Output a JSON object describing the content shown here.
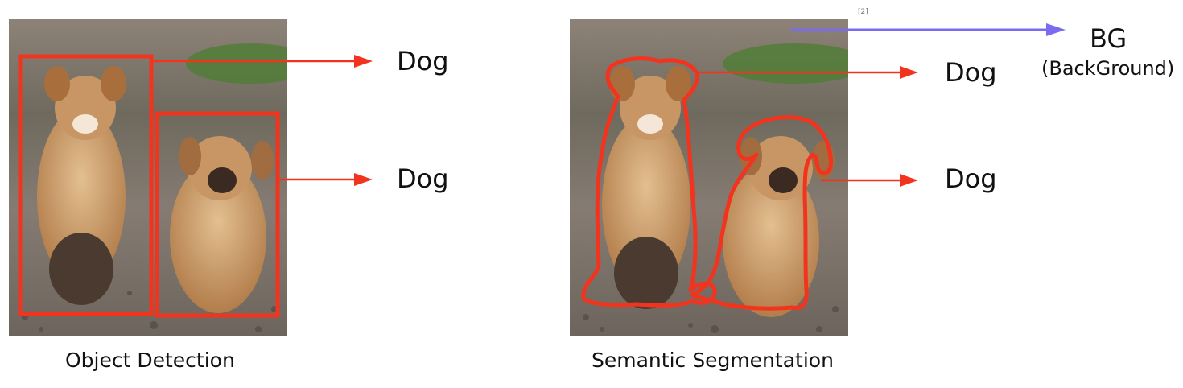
{
  "left_panel": {
    "caption": "Object Detection",
    "labels": [
      "Dog",
      "Dog"
    ]
  },
  "right_panel": {
    "caption": "Semantic Segmentation",
    "labels": [
      "Dog",
      "Dog"
    ],
    "bg_label": "BG",
    "bg_sub": "(BackGround)",
    "footnote": "[2]"
  },
  "colors": {
    "annotation_red": "#f2341f",
    "bg_arrow": "#7a6cf0",
    "ground": "#8c8278",
    "grass": "#4f7d34",
    "fur": "#c89664"
  }
}
